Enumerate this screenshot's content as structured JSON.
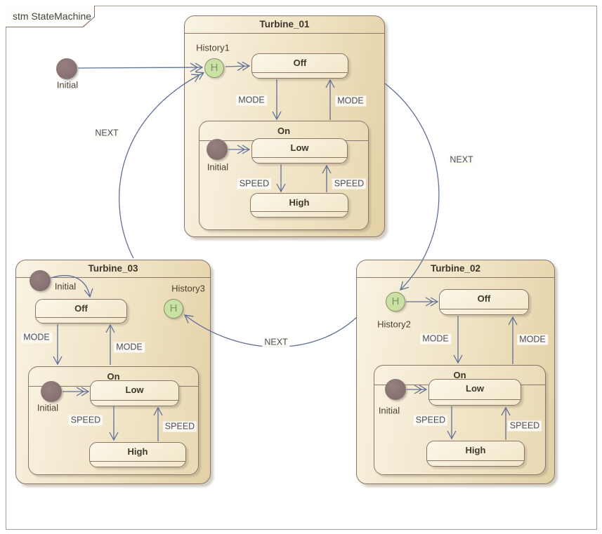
{
  "frame": {
    "title": "stm StateMachine"
  },
  "canvas": {
    "outer_initial_label": "Initial"
  },
  "shared_labels": {
    "mode": "MODE",
    "speed": "SPEED",
    "next": "NEXT",
    "history_symbol": "H"
  },
  "turbines": [
    {
      "title": "Turbine_01",
      "history_label": "History1",
      "off": "Off",
      "on": "On",
      "low": "Low",
      "high": "High",
      "initial_label": "Initial"
    },
    {
      "title": "Turbine_02",
      "history_label": "History2",
      "off": "Off",
      "on": "On",
      "low": "Low",
      "high": "High",
      "initial_label": "Initial"
    },
    {
      "title": "Turbine_03",
      "history_label": "History3",
      "off": "Off",
      "on": "On",
      "low": "Low",
      "high": "High",
      "initial_label": "Initial",
      "outer_initial_label": "Initial"
    }
  ],
  "colors": {
    "transition_line": "#5f6f95",
    "state_border": "#8a7568",
    "state_fill_light": "#faf5e7",
    "composite_fill_dark": "#e3d0a5",
    "history_fill": "#c9e1a3",
    "history_border": "#8e8a70",
    "initial_fill": "#8d7475",
    "transition_label_text": "#4b4b55",
    "state_text": "#3d3526",
    "node_label_text": "#4e3e31"
  }
}
